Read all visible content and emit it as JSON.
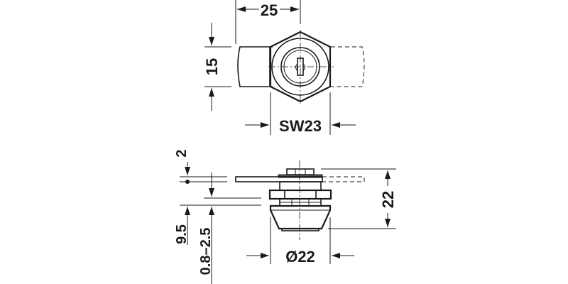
{
  "drawing": {
    "title": "Cam lock dimensional drawing",
    "colors": {
      "line": "#1a1a1a",
      "background": "#ffffff",
      "shade": "#555555"
    }
  },
  "front_view": {
    "dimensions": {
      "width_25": "25",
      "height_15": "15",
      "wrench_size": "SW23"
    }
  },
  "side_view": {
    "dimensions": {
      "cam_thickness": "2",
      "offset_9_5": "9.5",
      "panel_range": "0.8–2.5",
      "height_22": "22",
      "diameter_22": "Ø22"
    }
  }
}
